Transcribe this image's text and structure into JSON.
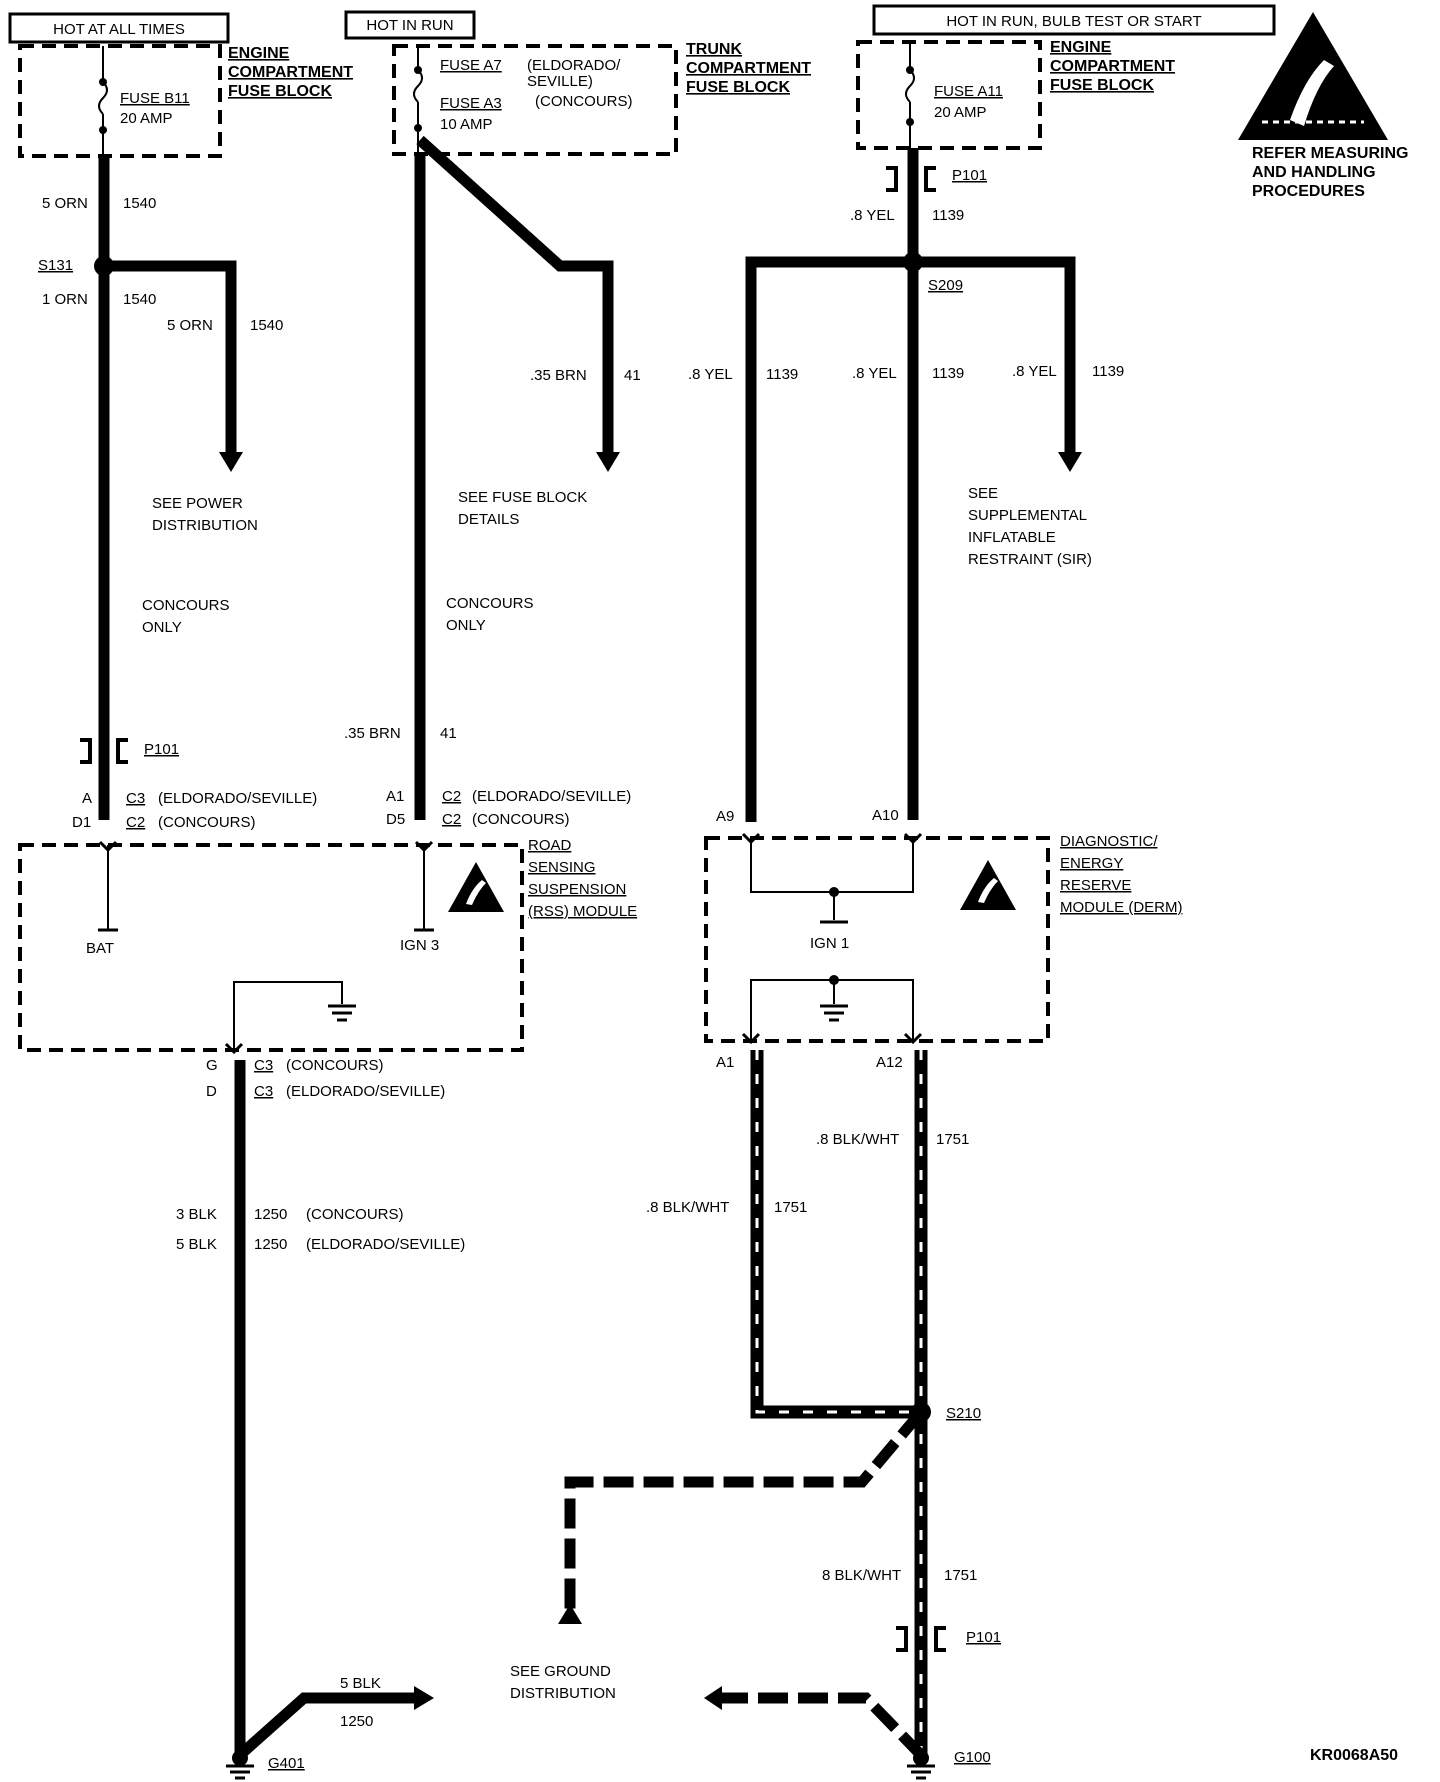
{
  "headers": {
    "left": "HOT AT ALL TIMES",
    "middle": "HOT IN RUN",
    "right": "HOT IN RUN, BULB TEST OR START"
  },
  "fuse_blocks": {
    "engine_left": {
      "title": [
        "ENGINE",
        "COMPARTMENT",
        "FUSE BLOCK"
      ],
      "fuse": "FUSE B11",
      "rating": "20 AMP"
    },
    "trunk": {
      "title": [
        "TRUNK",
        "COMPARTMENT",
        "FUSE BLOCK"
      ],
      "fuse1": "FUSE A7",
      "fuse1_note": [
        "(ELDORADO/",
        "SEVILLE)"
      ],
      "fuse2": "FUSE A3",
      "fuse2_note": "(CONCOURS)",
      "rating": "10 AMP"
    },
    "engine_right": {
      "title": [
        "ENGINE",
        "COMPARTMENT",
        "FUSE BLOCK"
      ],
      "fuse": "FUSE A11",
      "rating": "20 AMP"
    }
  },
  "esd_warning": [
    "REFER MEASURING",
    "AND HANDLING",
    "PROCEDURES"
  ],
  "left_circuit": {
    "wire_a": {
      "gauge": "5 ORN",
      "circuit": "1540"
    },
    "splice": "S131",
    "wire_b": {
      "gauge": "1 ORN",
      "circuit": "1540"
    },
    "wire_c": {
      "gauge": "5 ORN",
      "circuit": "1540"
    },
    "see_note": [
      "SEE POWER",
      "DISTRIBUTION"
    ],
    "concours_note": [
      "CONCOURS",
      "ONLY"
    ],
    "connector": "P101",
    "pin1": {
      "pin": "A",
      "conn": "C3",
      "note": "(ELDORADO/SEVILLE)"
    },
    "pin2": {
      "pin": "D1",
      "conn": "C2",
      "note": "(CONCOURS)"
    }
  },
  "middle_circuit": {
    "wire_a": {
      "gauge": ".35 BRN",
      "circuit": "41"
    },
    "see_note": [
      "SEE FUSE BLOCK",
      "DETAILS"
    ],
    "concours_note": [
      "CONCOURS",
      "ONLY"
    ],
    "wire_b": {
      "gauge": ".35 BRN",
      "circuit": "41"
    },
    "pin1": {
      "pin": "A1",
      "conn": "C2",
      "note": "(ELDORADO/SEVILLE)"
    },
    "pin2": {
      "pin": "D5",
      "conn": "C2",
      "note": "(CONCOURS)"
    }
  },
  "rss_module": {
    "title": [
      "ROAD",
      "SENSING",
      "SUSPENSION",
      "(RSS) MODULE"
    ],
    "bat": "BAT",
    "ign": "IGN 3",
    "pin1": {
      "pin": "G",
      "conn": "C3",
      "note": "(CONCOURS)"
    },
    "pin2": {
      "pin": "D",
      "conn": "C3",
      "note": "(ELDORADO/SEVILLE)"
    },
    "wire1": {
      "gauge": "3 BLK",
      "circuit": "1250",
      "note": "(CONCOURS)"
    },
    "wire2": {
      "gauge": "5 BLK",
      "circuit": "1250",
      "note": "(ELDORADO/SEVILLE)"
    },
    "ground_wire": {
      "gauge": "5 BLK",
      "circuit": "1250"
    },
    "ground": "G401"
  },
  "right_circuit": {
    "connector_top": "P101",
    "wire_top": {
      "gauge": ".8 YEL",
      "circuit": "1139"
    },
    "splice": "S209",
    "wire_l": {
      "gauge": ".8 YEL",
      "circuit": "1139"
    },
    "wire_m": {
      "gauge": ".8 YEL",
      "circuit": "1139"
    },
    "wire_r": {
      "gauge": ".8 YEL",
      "circuit": "1139"
    },
    "see_note": [
      "SEE",
      "SUPPLEMENTAL",
      "INFLATABLE",
      "RESTRAINT (SIR)"
    ],
    "pin_a9": "A9",
    "pin_a10": "A10"
  },
  "derm": {
    "title": [
      "DIAGNOSTIC/",
      "ENERGY",
      "RESERVE",
      "MODULE (DERM)"
    ],
    "ign": "IGN 1",
    "pin_a1": "A1",
    "pin_a12": "A12",
    "wire_r": {
      "gauge": ".8 BLK/WHT",
      "circuit": "1751"
    },
    "wire_l": {
      "gauge": ".8 BLK/WHT",
      "circuit": "1751"
    },
    "splice": "S210",
    "ground_note": [
      "SEE GROUND",
      "DISTRIBUTION"
    ],
    "wire_bottom": {
      "gauge": "8 BLK/WHT",
      "circuit": "1751"
    },
    "connector_bottom": "P101",
    "ground": "G100"
  },
  "figure_id": "KR0068A50"
}
